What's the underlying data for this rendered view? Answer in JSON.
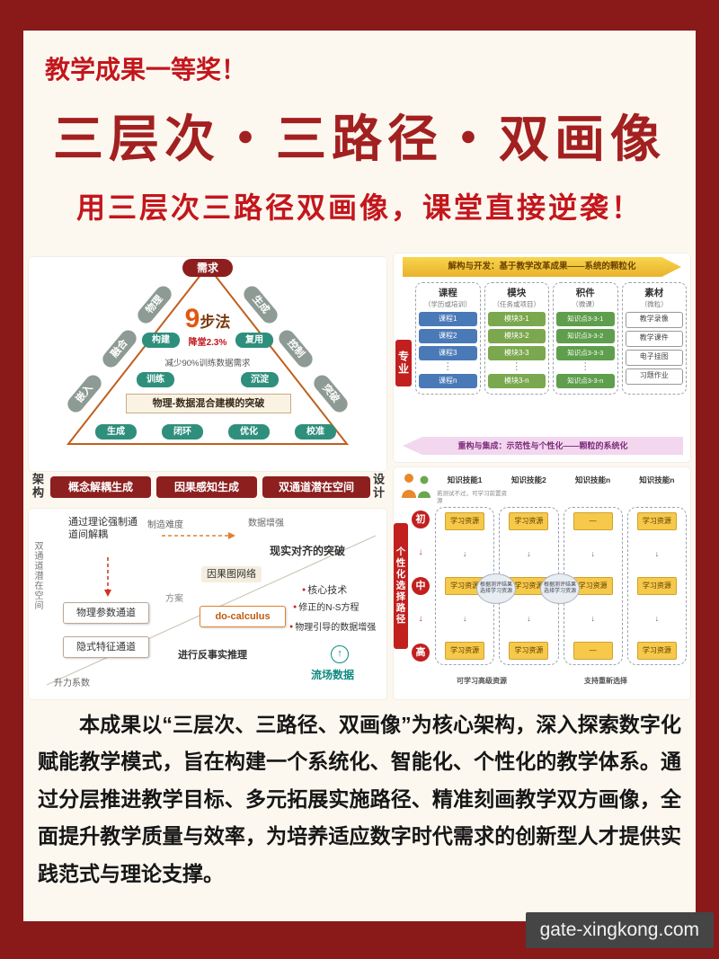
{
  "colors": {
    "frame_red": "#8a1919",
    "title_red": "#a32020",
    "accent_red": "#c3161c",
    "deep_red_button": "#8d1f1f",
    "teal_node": "#2f8f7d",
    "gray_node": "#8e9b95",
    "banner_yellow": "#f2c63d",
    "banner_pink": "#f2d7ee",
    "course_blue": "#4a79b8",
    "module_green": "#7ba84e",
    "knowledge_green": "#5f9e4c",
    "resource_yellow": "#f7c94b",
    "watermark_bg": "#454545"
  },
  "icons": {
    "down_arrow": "↓",
    "up_arrow": "↑",
    "bullet": "●",
    "ellipsis": "⋮"
  },
  "header": {
    "badge": "教学成果一等奖！",
    "title": "三层次・三路径・双画像",
    "subtitle": "用三层次三路径双画像，课堂直接逆袭！"
  },
  "pyramid": {
    "top_node": "需求",
    "left_nodes": [
      "物理",
      "融合",
      "嵌入"
    ],
    "right_nodes": [
      "生成",
      "控制",
      "突破"
    ],
    "center_number": "9",
    "center_label": "步法",
    "center_sub": "降堂2.3%",
    "inner_left": "构建",
    "inner_right": "复用",
    "mid_note": "减少90%训练数据需求",
    "mid_left": "训练",
    "mid_right": "沉淀",
    "base_note": "物理-数据混合建模的突破",
    "bottom_nodes": [
      "生成",
      "闭环",
      "优化",
      "校准"
    ],
    "side_left": "架构",
    "side_right": "设计",
    "buttons": [
      "概念解耦生成",
      "因果感知生成",
      "双通道潜在空间"
    ]
  },
  "flow": {
    "vertical_label": "双通道潜在空间",
    "theory": "通过理论强制通道间解耦",
    "difficulty": "制造难度",
    "augment": "数据增强",
    "reality": "现实对齐的突破",
    "causal_graph": "因果图网络",
    "plan": "方案",
    "core_tech": "核心技术",
    "channel_phys": "物理参数通道",
    "do_calculus": "do-calculus",
    "ns_equation": "修正的N-S方程",
    "phys_guided": "物理引导的数据增强",
    "channel_implicit": "隐式特征通道",
    "counterfactual": "进行反事实推理",
    "flow_field": "流场数据",
    "lift": "升力系数"
  },
  "granulation": {
    "banner_top": "解构与开发：基于教学改革成果——系统的颗粒化",
    "banner_bottom": "重构与集成：示范性与个性化——颗粒的系统化",
    "left_label": "专业",
    "columns": [
      {
        "header": "课程",
        "sub": "（学历或培训）",
        "items": [
          "课程1",
          "课程2",
          "课程3",
          "课程n"
        ]
      },
      {
        "header": "模块",
        "sub": "（任务或项目）",
        "items": [
          "模块3-1",
          "模块3-2",
          "模块3-3",
          "模块3-n"
        ]
      },
      {
        "header": "积件",
        "sub": "（微课）",
        "items": [
          "知识点3-3-1",
          "知识点3-3-2",
          "知识点3-3-3",
          "知识点3-3-n"
        ]
      },
      {
        "header": "素材",
        "sub": "（微粒）",
        "items": [
          "教学录像",
          "教学课件",
          "电子挂图",
          "习题作业"
        ]
      }
    ]
  },
  "path": {
    "headers": [
      "知识技能1",
      "知识技能2",
      "知识技能n",
      "知识技能n"
    ],
    "left_label": "个性化选择路径",
    "levels": [
      "初",
      "中",
      "高"
    ],
    "resource": "学习资源",
    "dash": "—",
    "oval_note": "根据测评结果选择学习资源",
    "top_note": "若测试不过，可学习前置资源",
    "bottom_note_left": "可学习高级资源",
    "bottom_note_right": "支持重新选择"
  },
  "paragraph": "本成果以“三层次、三路径、双画像”为核心架构，深入探索数字化赋能教学模式，旨在构建一个系统化、智能化、个性化的教学体系。通过分层推进教学目标、多元拓展实施路径、精准刻画教学双方画像，全面提升教学质量与效率，为培养适应数字时代需求的创新型人才提供实践范式与理论支撑。",
  "watermark": "gate-xingkong.com"
}
